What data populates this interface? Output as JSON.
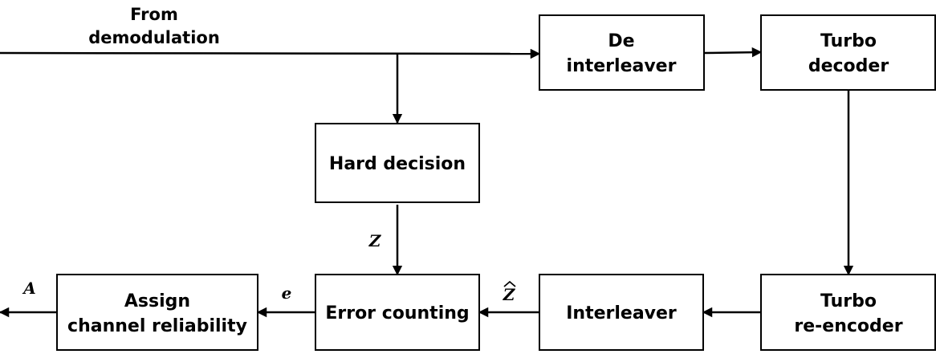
{
  "source": {
    "line1": "From",
    "line2": "demodulation"
  },
  "blocks": {
    "deinterleaver": {
      "line1": "De",
      "line2": "interleaver"
    },
    "turbo_decoder": {
      "line1": "Turbo",
      "line2": "decoder"
    },
    "hard_decision": {
      "line1": "Hard decision"
    },
    "turbo_reencoder": {
      "line1": "Turbo",
      "line2": "re-encoder"
    },
    "interleaver": {
      "line1": "Interleaver"
    },
    "error_counting": {
      "line1": "Error counting"
    },
    "assign_reliability": {
      "line1": "Assign",
      "line2": "channel reliability"
    }
  },
  "signals": {
    "z": "Z",
    "z_hat": "Z",
    "e": "e",
    "a": "A"
  },
  "colors": {
    "stroke": "#000000",
    "background": "#ffffff"
  }
}
